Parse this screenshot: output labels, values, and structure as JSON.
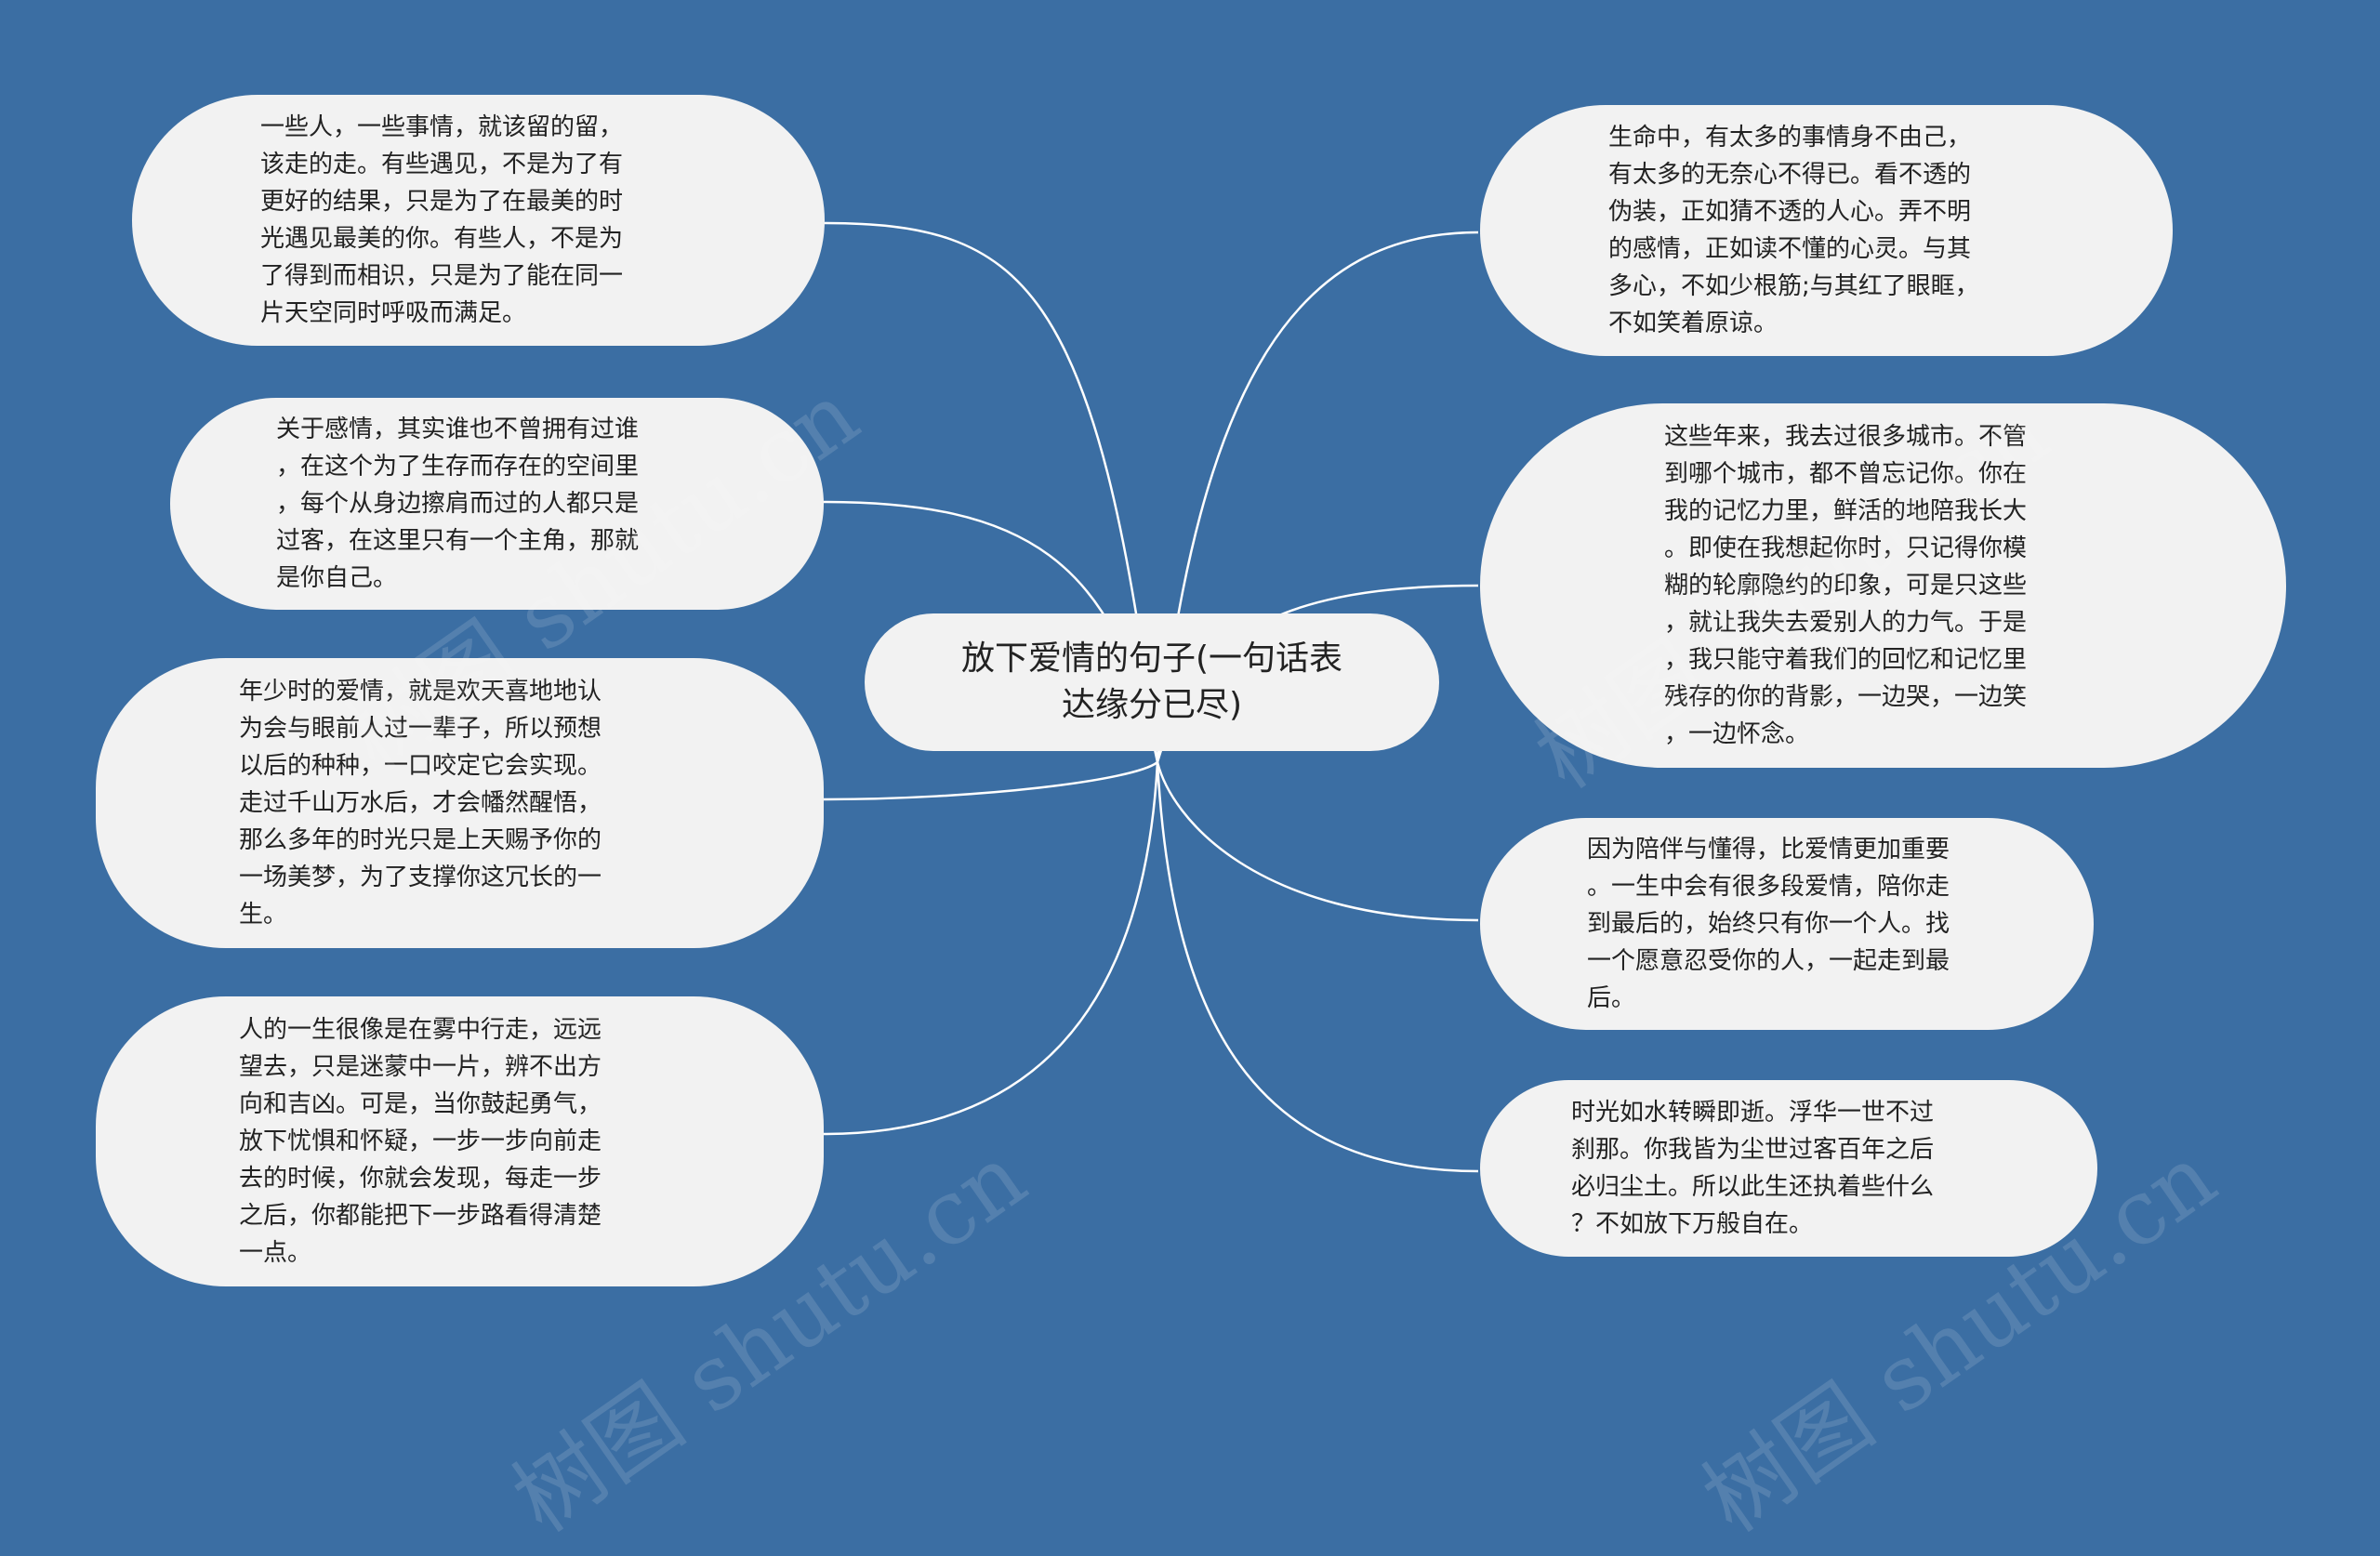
{
  "center_title": "放下爱情的句子(一句话表\n达缘分已尽)",
  "watermark": "树图 shutu.cn",
  "left_nodes": [
    "一些人，一些事情，就该留的留，\n该走的走。有些遇见，不是为了有\n更好的结果，只是为了在最美的时\n光遇见最美的你。有些人，不是为\n了得到而相识，只是为了能在同一\n片天空同时呼吸而满足。",
    "关于感情，其实谁也不曾拥有过谁\n，在这个为了生存而存在的空间里\n，每个从身边擦肩而过的人都只是\n过客，在这里只有一个主角，那就\n是你自己。",
    "年少时的爱情，就是欢天喜地地认\n为会与眼前人过一辈子，所以预想\n以后的种种，一口咬定它会实现。\n走过千山万水后，才会幡然醒悟，\n那么多年的时光只是上天赐予你的\n一场美梦，为了支撑你这冗长的一\n生。",
    "人的一生很像是在雾中行走，远远\n望去，只是迷蒙中一片，辨不出方\n向和吉凶。可是，当你鼓起勇气，\n放下忧惧和怀疑，一步一步向前走\n去的时候，你就会发现，每走一步\n之后，你都能把下一步路看得清楚\n一点。"
  ],
  "right_nodes": [
    "生命中，有太多的事情身不由己，\n有太多的无奈心不得已。看不透的\n伪装，正如猜不透的人心。弄不明\n的感情，正如读不懂的心灵。与其\n多心，不如少根筋;与其红了眼眶，\n不如笑着原谅。",
    "这些年来，我去过很多城市。不管\n到哪个城市，都不曾忘记你。你在\n我的记忆力里，鲜活的地陪我长大\n。即使在我想起你时，只记得你模\n糊的轮廓隐约的印象，可是只这些\n，就让我失去爱别人的力气。于是\n，我只能守着我们的回忆和记忆里\n残存的你的背影，一边哭，一边笑\n，一边怀念。",
    "因为陪伴与懂得，比爱情更加重要\n。一生中会有很多段爱情，陪你走\n到最后的，始终只有你一个人。找\n一个愿意忍受你的人，一起走到最\n后。",
    "时光如水转瞬即逝。浮华一世不过\n刹那。你我皆为尘世过客百年之后\n必归尘土。所以此生还执着些什么\n？不如放下万般自在。"
  ]
}
